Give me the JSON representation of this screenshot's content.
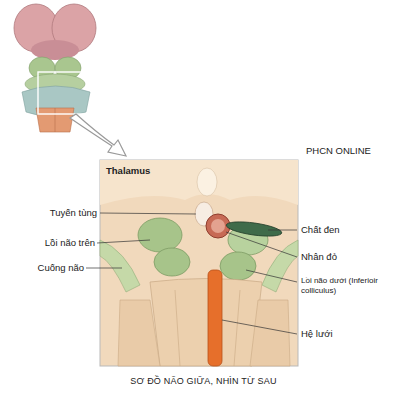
{
  "diagram": {
    "caption": "SƠ ĐỒ NÃO GIỮA, NHÌN TỪ SAU",
    "labels": [
      "Thalamus",
      "Tuyến tùng",
      "Lồi não trên",
      "Cuống não",
      "Chất đen",
      "Nhân đỏ",
      "Lồi não dưới (Inferioir colliculus)",
      "Hệ lưới",
      "PHCN ONLINE"
    ]
  }
}
